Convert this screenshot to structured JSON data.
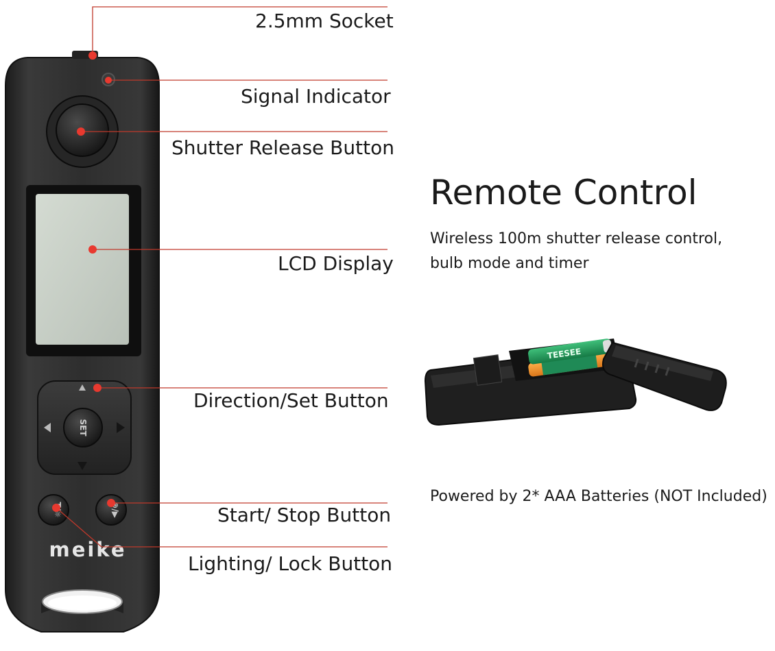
{
  "callouts": {
    "socket": "2.5mm Socket",
    "signal": "Signal Indicator",
    "shutter": "Shutter Release Button",
    "lcd": "LCD Display",
    "direction": "Direction/Set Button",
    "start_stop": "Start/ Stop Button",
    "lighting": "Lighting/ Lock Button"
  },
  "heading": "Remote Control",
  "description": {
    "line1": "Wireless 100m shutter release control,",
    "line2": "bulb mode and timer",
    "batteries": "Powered by 2* AAA Batteries (NOT Included)"
  },
  "device": {
    "brand": "meike",
    "set_key": "SET",
    "battery_brand": "TEESEE"
  },
  "colors": {
    "leader_line": "#c0392b",
    "dot": "#e8392f",
    "body": "#2a2a2a",
    "lcd": "#c9d0c7"
  }
}
